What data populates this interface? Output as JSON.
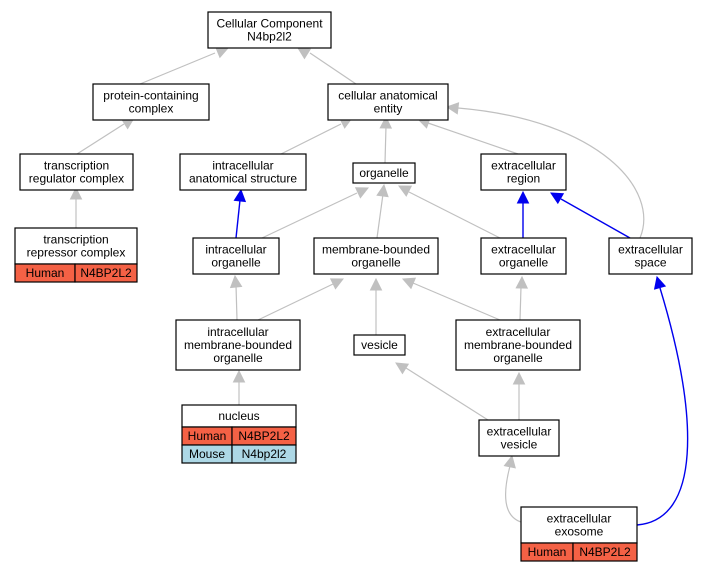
{
  "colors": {
    "human": "#f46145",
    "mouse": "#add8e6",
    "is_a_edge": "#c0c0c0",
    "part_of_edge": "#0000ee"
  },
  "nodes": {
    "cellular_component": {
      "lines": [
        "Cellular Component",
        "N4bp2l2"
      ]
    },
    "protein_containing_complex": {
      "lines": [
        "protein-containing",
        "complex"
      ]
    },
    "cellular_anatomical_entity": {
      "lines": [
        "cellular anatomical",
        "entity"
      ]
    },
    "transcription_regulator_complex": {
      "lines": [
        "transcription",
        "regulator complex"
      ]
    },
    "intracellular_anatomical_structure": {
      "lines": [
        "intracellular",
        "anatomical structure"
      ]
    },
    "organelle": {
      "lines": [
        "organelle"
      ]
    },
    "extracellular_region": {
      "lines": [
        "extracellular",
        "region"
      ]
    },
    "transcription_repressor_complex": {
      "lines": [
        "transcription",
        "repressor complex"
      ],
      "genes": [
        {
          "species": "Human",
          "gene": "N4BP2L2"
        }
      ]
    },
    "intracellular_organelle": {
      "lines": [
        "intracellular",
        "organelle"
      ]
    },
    "membrane_bounded_organelle": {
      "lines": [
        "membrane-bounded",
        "organelle"
      ]
    },
    "extracellular_organelle": {
      "lines": [
        "extracellular",
        "organelle"
      ]
    },
    "extracellular_space": {
      "lines": [
        "extracellular",
        "space"
      ]
    },
    "intracellular_membrane_bounded_organelle": {
      "lines": [
        "intracellular",
        "membrane-bounded",
        "organelle"
      ]
    },
    "vesicle": {
      "lines": [
        "vesicle"
      ]
    },
    "extracellular_membrane_bounded_organelle": {
      "lines": [
        "extracellular",
        "membrane-bounded",
        "organelle"
      ]
    },
    "nucleus": {
      "lines": [
        "nucleus"
      ],
      "genes": [
        {
          "species": "Human",
          "gene": "N4BP2L2"
        },
        {
          "species": "Mouse",
          "gene": "N4bp2l2"
        }
      ]
    },
    "extracellular_vesicle": {
      "lines": [
        "extracellular",
        "vesicle"
      ]
    },
    "extracellular_exosome": {
      "lines": [
        "extracellular",
        "exosome"
      ],
      "genes": [
        {
          "species": "Human",
          "gene": "N4BP2L2"
        }
      ]
    }
  }
}
